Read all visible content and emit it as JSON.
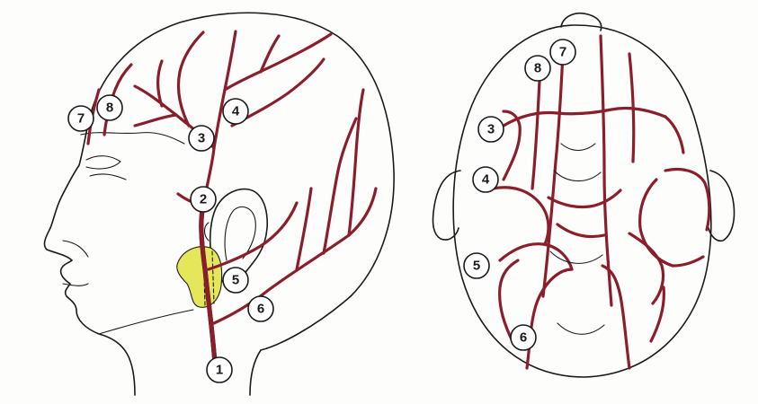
{
  "colors": {
    "artery": "#8b1e2b",
    "gland": "#e6e65a",
    "outline": "#1a1a1a",
    "background": "#fdfdfb"
  },
  "lateral_view": {
    "labels": [
      {
        "id": "lat-1",
        "text": "1"
      },
      {
        "id": "lat-2",
        "text": "2"
      },
      {
        "id": "lat-3",
        "text": "3"
      },
      {
        "id": "lat-4",
        "text": "4"
      },
      {
        "id": "lat-5",
        "text": "5"
      },
      {
        "id": "lat-6",
        "text": "6"
      },
      {
        "id": "lat-7",
        "text": "7"
      },
      {
        "id": "lat-8",
        "text": "8"
      }
    ]
  },
  "top_view": {
    "labels": [
      {
        "id": "top-3",
        "text": "3"
      },
      {
        "id": "top-4",
        "text": "4"
      },
      {
        "id": "top-5",
        "text": "5"
      },
      {
        "id": "top-6",
        "text": "6"
      },
      {
        "id": "top-7",
        "text": "7"
      },
      {
        "id": "top-8",
        "text": "8"
      }
    ]
  }
}
